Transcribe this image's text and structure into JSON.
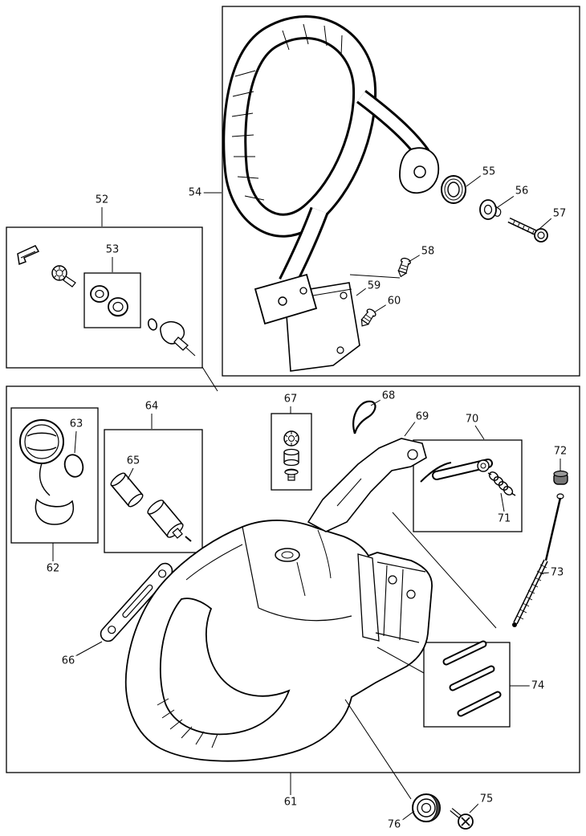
{
  "figure": {
    "colors": {
      "background": "#ffffff",
      "line": "#000000",
      "label_text": "#111111"
    }
  },
  "labels": {
    "p52": "52",
    "p53": "53",
    "p54": "54",
    "p55": "55",
    "p56": "56",
    "p57": "57",
    "p58": "58",
    "p59": "59",
    "p60": "60",
    "p61": "61",
    "p62": "62",
    "p63": "63",
    "p64": "64",
    "p65": "65",
    "p66": "66",
    "p67": "67",
    "p68": "68",
    "p69": "69",
    "p70": "70",
    "p71": "71",
    "p72": "72",
    "p73": "73",
    "p74": "74",
    "p75": "75",
    "p76": "76"
  }
}
